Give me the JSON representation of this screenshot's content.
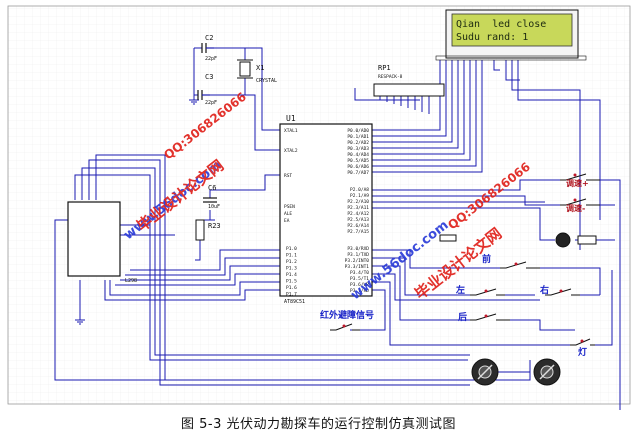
{
  "lcd": {
    "line1": "Qian  led close",
    "line2": "Sudu rand: 1"
  },
  "components": {
    "c2": "C2",
    "c2_val": "22pF",
    "c3": "C3",
    "c3_val": "22pF",
    "x1": "X1",
    "x1_val": "CRYSTAL",
    "c6": "C6",
    "c6_val": "10uF",
    "r23": "R23",
    "u1": "U1",
    "u1_part": "AT89C51",
    "rp1": "RP1",
    "rp1_part": "RESPACK-8",
    "driver_part": "L298",
    "xtal1": "XTAL1",
    "xtal2": "XTAL2",
    "rst": "RST",
    "psen": "PSEN",
    "ale": "ALE",
    "ea": "EA"
  },
  "port_pins": {
    "p0": [
      "P0.0/AD0",
      "P0.1/AD1",
      "P0.2/AD2",
      "P0.3/AD3",
      "P0.4/AD4",
      "P0.5/AD5",
      "P0.6/AD6",
      "P0.7/AD7"
    ],
    "p2": [
      "P2.0/A8",
      "P2.1/A9",
      "P2.2/A10",
      "P2.3/A11",
      "P2.4/A12",
      "P2.5/A13",
      "P2.6/A14",
      "P2.7/A15"
    ],
    "p1": [
      "P1.0",
      "P1.1",
      "P1.2",
      "P1.3",
      "P1.4",
      "P1.5",
      "P1.6",
      "P1.7"
    ],
    "p3": [
      "P3.0/RXD",
      "P3.1/TXD",
      "P3.2/INT0",
      "P3.3/INT1",
      "P3.4/T0",
      "P3.5/T1",
      "P3.6/WR",
      "P3.7/RD"
    ]
  },
  "labels": {
    "speed_up": "调速+",
    "speed_down": "调速-",
    "forward": "前",
    "left": "左",
    "right": "右",
    "back": "后",
    "light": "灯",
    "obstacle": "红外避障信号"
  },
  "watermarks": {
    "site": "www.56doc.com",
    "qq": "QQ:306826066",
    "name": "毕业设计论文网"
  },
  "caption": "图 5-3  光伏动力勘探车的运行控制仿真测试图",
  "colors": {
    "wire": "#1a1ab0",
    "lcd_bg": "#c8d85a",
    "lcd_text": "#1d2a10",
    "watermark_red": "#e0201a",
    "watermark_blue": "#2a3bd8"
  }
}
